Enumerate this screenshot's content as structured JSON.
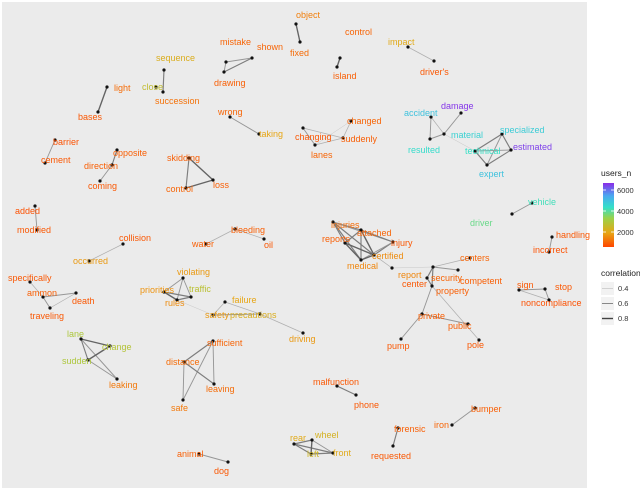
{
  "chart_data": {
    "type": "network",
    "legend": {
      "color_title": "users_n",
      "color_ticks": [
        "6000",
        "4000",
        "2000"
      ],
      "width_title": "correlation",
      "width_ticks": [
        "0.4",
        "0.6",
        "0.8"
      ]
    },
    "nodes": [
      {
        "id": "object",
        "label": "object",
        "users": 1900
      },
      {
        "id": "fixed",
        "label": "fixed",
        "users": 1600
      },
      {
        "id": "mistake",
        "label": "mistake",
        "users": 1500
      },
      {
        "id": "shown",
        "label": "shown",
        "users": 1500
      },
      {
        "id": "drawing",
        "label": "drawing",
        "users": 1400
      },
      {
        "id": "control_top",
        "label": "control",
        "users": 1500
      },
      {
        "id": "island",
        "label": "island",
        "users": 1400
      },
      {
        "id": "impact",
        "label": "impact",
        "users": 2600
      },
      {
        "id": "drivers",
        "label": "driver's",
        "users": 1300
      },
      {
        "id": "sequence",
        "label": "sequence",
        "users": 2700
      },
      {
        "id": "close",
        "label": "close",
        "users": 3100
      },
      {
        "id": "succession",
        "label": "succession",
        "users": 1700
      },
      {
        "id": "light",
        "label": "light",
        "users": 1600
      },
      {
        "id": "bases",
        "label": "bases",
        "users": 1300
      },
      {
        "id": "wrong",
        "label": "wrong",
        "users": 1500
      },
      {
        "id": "taking",
        "label": "taking",
        "users": 2500
      },
      {
        "id": "changed",
        "label": "changed",
        "users": 1500
      },
      {
        "id": "suddenly",
        "label": "suddenly",
        "users": 1400
      },
      {
        "id": "changing",
        "label": "changing",
        "users": 1300
      },
      {
        "id": "lanes",
        "label": "lanes",
        "users": 1500
      },
      {
        "id": "damage",
        "label": "damage",
        "users": 6900
      },
      {
        "id": "accident",
        "label": "accident",
        "users": 5300
      },
      {
        "id": "material",
        "label": "material",
        "users": 5000
      },
      {
        "id": "resulted",
        "label": "resulted",
        "users": 4800
      },
      {
        "id": "specialized",
        "label": "specialized",
        "users": 5100
      },
      {
        "id": "technical",
        "label": "technical",
        "users": 4700
      },
      {
        "id": "estimated",
        "label": "estimated",
        "users": 6800
      },
      {
        "id": "expert",
        "label": "expert",
        "users": 5300
      },
      {
        "id": "barrier",
        "label": "barrier",
        "users": 1200
      },
      {
        "id": "cement",
        "label": "cement",
        "users": 1300
      },
      {
        "id": "opposite",
        "label": "opposite",
        "users": 1400
      },
      {
        "id": "direction",
        "label": "direction",
        "users": 1400
      },
      {
        "id": "coming",
        "label": "coming",
        "users": 1300
      },
      {
        "id": "skidding",
        "label": "skidding",
        "users": 1400
      },
      {
        "id": "control_mid",
        "label": "control",
        "users": 1500
      },
      {
        "id": "loss",
        "label": "loss",
        "users": 1400
      },
      {
        "id": "vehicle",
        "label": "vehicle",
        "users": 4600
      },
      {
        "id": "driver",
        "label": "driver",
        "users": 4200
      },
      {
        "id": "added",
        "label": "added",
        "users": 1200
      },
      {
        "id": "modified",
        "label": "modified",
        "users": 1300
      },
      {
        "id": "collision",
        "label": "collision",
        "users": 1300
      },
      {
        "id": "occurred",
        "label": "occurred",
        "users": 2300
      },
      {
        "id": "bleeding",
        "label": "bleeding",
        "users": 1400
      },
      {
        "id": "water",
        "label": "water",
        "users": 1400
      },
      {
        "id": "oil",
        "label": "oil",
        "users": 1300
      },
      {
        "id": "injuries",
        "label": "injuries",
        "users": 1600
      },
      {
        "id": "attached",
        "label": "attached",
        "users": 1500
      },
      {
        "id": "injury",
        "label": "injury",
        "users": 1300
      },
      {
        "id": "reports",
        "label": "reports",
        "users": 1400
      },
      {
        "id": "medical",
        "label": "medical",
        "users": 2000
      },
      {
        "id": "certified",
        "label": "certified",
        "users": 2100
      },
      {
        "id": "report",
        "label": "report",
        "users": 2000
      },
      {
        "id": "handling",
        "label": "handling",
        "users": 1300
      },
      {
        "id": "incorrect",
        "label": "incorrect",
        "users": 1200
      },
      {
        "id": "centers",
        "label": "centers",
        "users": 1500
      },
      {
        "id": "security",
        "label": "security",
        "users": 1500
      },
      {
        "id": "competent",
        "label": "competent",
        "users": 1400
      },
      {
        "id": "center",
        "label": "center",
        "users": 1300
      },
      {
        "id": "property",
        "label": "property",
        "users": 1400
      },
      {
        "id": "specifically",
        "label": "specifically",
        "users": 1300
      },
      {
        "id": "ammon",
        "label": "ammon",
        "users": 1400
      },
      {
        "id": "death",
        "label": "death",
        "users": 1300
      },
      {
        "id": "traveling",
        "label": "traveling",
        "users": 1300
      },
      {
        "id": "violating",
        "label": "violating",
        "users": 2300
      },
      {
        "id": "priorities",
        "label": "priorities",
        "users": 2200
      },
      {
        "id": "traffic",
        "label": "traffic",
        "users": 3200
      },
      {
        "id": "rules",
        "label": "rules",
        "users": 2100
      },
      {
        "id": "failure",
        "label": "failure",
        "users": 2500
      },
      {
        "id": "safety",
        "label": "safety",
        "users": 2300
      },
      {
        "id": "precautions",
        "label": "precautions",
        "users": 2700
      },
      {
        "id": "driving",
        "label": "driving",
        "users": 2300
      },
      {
        "id": "sign",
        "label": "sign",
        "users": 1300
      },
      {
        "id": "stop",
        "label": "stop",
        "users": 1300
      },
      {
        "id": "noncompliance",
        "label": "noncompliance",
        "users": 1200
      },
      {
        "id": "private",
        "label": "private",
        "users": 1400
      },
      {
        "id": "public",
        "label": "public",
        "users": 1400
      },
      {
        "id": "pump",
        "label": "pump",
        "users": 1300
      },
      {
        "id": "pole",
        "label": "pole",
        "users": 1300
      },
      {
        "id": "lane",
        "label": "lane",
        "users": 3400
      },
      {
        "id": "change",
        "label": "change",
        "users": 3300
      },
      {
        "id": "sudden",
        "label": "sudden",
        "users": 3400
      },
      {
        "id": "leaking",
        "label": "leaking",
        "users": 1800
      },
      {
        "id": "sufficient",
        "label": "sufficient",
        "users": 1500
      },
      {
        "id": "distance",
        "label": "distance",
        "users": 1600
      },
      {
        "id": "leaving",
        "label": "leaving",
        "users": 1600
      },
      {
        "id": "safe",
        "label": "safe",
        "users": 1800
      },
      {
        "id": "malfunction",
        "label": "malfunction",
        "users": 1300
      },
      {
        "id": "phone",
        "label": "phone",
        "users": 1300
      },
      {
        "id": "bumper",
        "label": "bumper",
        "users": 1400
      },
      {
        "id": "iron",
        "label": "iron",
        "users": 1500
      },
      {
        "id": "forensic",
        "label": "forensic",
        "users": 1400
      },
      {
        "id": "requested",
        "label": "requested",
        "users": 1300
      },
      {
        "id": "rear",
        "label": "rear",
        "users": 2600
      },
      {
        "id": "wheel",
        "label": "wheel",
        "users": 2800
      },
      {
        "id": "left",
        "label": "left",
        "users": 2900
      },
      {
        "id": "front",
        "label": "front",
        "users": 2600
      },
      {
        "id": "animal",
        "label": "animal",
        "users": 1400
      },
      {
        "id": "dog",
        "label": "dog",
        "users": 1300
      }
    ],
    "edges": [
      {
        "from": "object",
        "to": "fixed",
        "corr": 0.8
      },
      {
        "from": "mistake",
        "to": "shown",
        "corr": 0.6
      },
      {
        "from": "mistake",
        "to": "drawing",
        "corr": 0.6
      },
      {
        "from": "shown",
        "to": "drawing",
        "corr": 0.7
      },
      {
        "from": "control_top",
        "to": "island",
        "corr": 0.8
      },
      {
        "from": "impact",
        "to": "drivers",
        "corr": 0.5
      },
      {
        "from": "sequence",
        "to": "succession",
        "corr": 0.7
      },
      {
        "from": "light",
        "to": "bases",
        "corr": 0.8
      },
      {
        "from": "wrong",
        "to": "taking",
        "corr": 0.6
      },
      {
        "from": "changed",
        "to": "suddenly",
        "corr": 0.5
      },
      {
        "from": "changing",
        "to": "lanes",
        "corr": 0.6
      },
      {
        "from": "changing",
        "to": "suddenly",
        "corr": 0.5
      },
      {
        "from": "lanes",
        "to": "suddenly",
        "corr": 0.5
      },
      {
        "from": "lanes",
        "to": "changed",
        "corr": 0.4
      },
      {
        "from": "damage",
        "to": "material",
        "corr": 0.6
      },
      {
        "from": "accident",
        "to": "material",
        "corr": 0.5
      },
      {
        "from": "accident",
        "to": "resulted",
        "corr": 0.6
      },
      {
        "from": "resulted",
        "to": "material",
        "corr": 0.6
      },
      {
        "from": "material",
        "to": "technical",
        "corr": 0.4
      },
      {
        "from": "specialized",
        "to": "technical",
        "corr": 0.7
      },
      {
        "from": "specialized",
        "to": "estimated",
        "corr": 0.7
      },
      {
        "from": "technical",
        "to": "estimated",
        "corr": 0.6
      },
      {
        "from": "technical",
        "to": "expert",
        "corr": 0.7
      },
      {
        "from": "expert",
        "to": "estimated",
        "corr": 0.7
      },
      {
        "from": "expert",
        "to": "specialized",
        "corr": 0.6
      },
      {
        "from": "barrier",
        "to": "cement",
        "corr": 0.6
      },
      {
        "from": "opposite",
        "to": "direction",
        "corr": 0.7
      },
      {
        "from": "direction",
        "to": "coming",
        "corr": 0.6
      },
      {
        "from": "skidding",
        "to": "control_mid",
        "corr": 0.7
      },
      {
        "from": "skidding",
        "to": "loss",
        "corr": 0.8
      },
      {
        "from": "control_mid",
        "to": "loss",
        "corr": 0.8
      },
      {
        "from": "vehicle",
        "to": "driver",
        "corr": 0.6
      },
      {
        "from": "added",
        "to": "modified",
        "corr": 0.6
      },
      {
        "from": "collision",
        "to": "occurred",
        "corr": 0.5
      },
      {
        "from": "bleeding",
        "to": "water",
        "corr": 0.5
      },
      {
        "from": "bleeding",
        "to": "oil",
        "corr": 0.5
      },
      {
        "from": "injuries",
        "to": "attached",
        "corr": 0.7
      },
      {
        "from": "injuries",
        "to": "reports",
        "corr": 0.7
      },
      {
        "from": "injuries",
        "to": "certified",
        "corr": 0.7
      },
      {
        "from": "injuries",
        "to": "medical",
        "corr": 0.7
      },
      {
        "from": "injuries",
        "to": "injury",
        "corr": 0.6
      },
      {
        "from": "attached",
        "to": "injury",
        "corr": 0.7
      },
      {
        "from": "attached",
        "to": "reports",
        "corr": 0.7
      },
      {
        "from": "attached",
        "to": "certified",
        "corr": 0.8
      },
      {
        "from": "attached",
        "to": "medical",
        "corr": 0.7
      },
      {
        "from": "injury",
        "to": "certified",
        "corr": 0.7
      },
      {
        "from": "injury",
        "to": "medical",
        "corr": 0.6
      },
      {
        "from": "reports",
        "to": "medical",
        "corr": 0.8
      },
      {
        "from": "reports",
        "to": "certified",
        "corr": 0.8
      },
      {
        "from": "medical",
        "to": "certified",
        "corr": 0.8
      },
      {
        "from": "certified",
        "to": "report",
        "corr": 0.5
      },
      {
        "from": "report",
        "to": "security",
        "corr": 0.4
      },
      {
        "from": "handling",
        "to": "incorrect",
        "corr": 0.6
      },
      {
        "from": "centers",
        "to": "security",
        "corr": 0.5
      },
      {
        "from": "security",
        "to": "center",
        "corr": 0.7
      },
      {
        "from": "security",
        "to": "competent",
        "corr": 0.6
      },
      {
        "from": "security",
        "to": "property",
        "corr": 0.7
      },
      {
        "from": "center",
        "to": "property",
        "corr": 0.7
      },
      {
        "from": "property",
        "to": "private",
        "corr": 0.6
      },
      {
        "from": "property",
        "to": "pole",
        "corr": 0.5
      },
      {
        "from": "private",
        "to": "public",
        "corr": 0.6
      },
      {
        "from": "private",
        "to": "pump",
        "corr": 0.6
      },
      {
        "from": "specifically",
        "to": "ammon",
        "corr": 0.5
      },
      {
        "from": "ammon",
        "to": "death",
        "corr": 0.6
      },
      {
        "from": "ammon",
        "to": "traveling",
        "corr": 0.6
      },
      {
        "from": "death",
        "to": "traveling",
        "corr": 0.5
      },
      {
        "from": "violating",
        "to": "priorities",
        "corr": 0.6
      },
      {
        "from": "violating",
        "to": "traffic",
        "corr": 0.6
      },
      {
        "from": "violating",
        "to": "rules",
        "corr": 0.6
      },
      {
        "from": "priorities",
        "to": "traffic",
        "corr": 0.7
      },
      {
        "from": "priorities",
        "to": "rules",
        "corr": 0.8
      },
      {
        "from": "traffic",
        "to": "rules",
        "corr": 0.7
      },
      {
        "from": "rules",
        "to": "safety",
        "corr": 0.4
      },
      {
        "from": "failure",
        "to": "safety",
        "corr": 0.5
      },
      {
        "from": "safety",
        "to": "precautions",
        "corr": 0.6
      },
      {
        "from": "precautions",
        "to": "failure",
        "corr": 0.5
      },
      {
        "from": "precautions",
        "to": "driving",
        "corr": 0.5
      },
      {
        "from": "sign",
        "to": "stop",
        "corr": 0.6
      },
      {
        "from": "sign",
        "to": "noncompliance",
        "corr": 0.5
      },
      {
        "from": "stop",
        "to": "noncompliance",
        "corr": 0.6
      },
      {
        "from": "lane",
        "to": "change",
        "corr": 0.8
      },
      {
        "from": "lane",
        "to": "sudden",
        "corr": 0.7
      },
      {
        "from": "lane",
        "to": "leaking",
        "corr": 0.6
      },
      {
        "from": "change",
        "to": "sudden",
        "corr": 0.8
      },
      {
        "from": "sudden",
        "to": "leaking",
        "corr": 0.6
      },
      {
        "from": "sufficient",
        "to": "distance",
        "corr": 0.7
      },
      {
        "from": "sufficient",
        "to": "leaving",
        "corr": 0.6
      },
      {
        "from": "sufficient",
        "to": "safe",
        "corr": 0.6
      },
      {
        "from": "distance",
        "to": "leaving",
        "corr": 0.7
      },
      {
        "from": "distance",
        "to": "safe",
        "corr": 0.6
      },
      {
        "from": "malfunction",
        "to": "phone",
        "corr": 0.7
      },
      {
        "from": "bumper",
        "to": "iron",
        "corr": 0.6
      },
      {
        "from": "forensic",
        "to": "requested",
        "corr": 0.7
      },
      {
        "from": "rear",
        "to": "wheel",
        "corr": 0.7
      },
      {
        "from": "rear",
        "to": "left",
        "corr": 0.7
      },
      {
        "from": "rear",
        "to": "front",
        "corr": 0.7
      },
      {
        "from": "wheel",
        "to": "left",
        "corr": 0.8
      },
      {
        "from": "wheel",
        "to": "front",
        "corr": 0.6
      },
      {
        "from": "left",
        "to": "front",
        "corr": 0.7
      },
      {
        "from": "animal",
        "to": "dog",
        "corr": 0.6
      }
    ]
  }
}
